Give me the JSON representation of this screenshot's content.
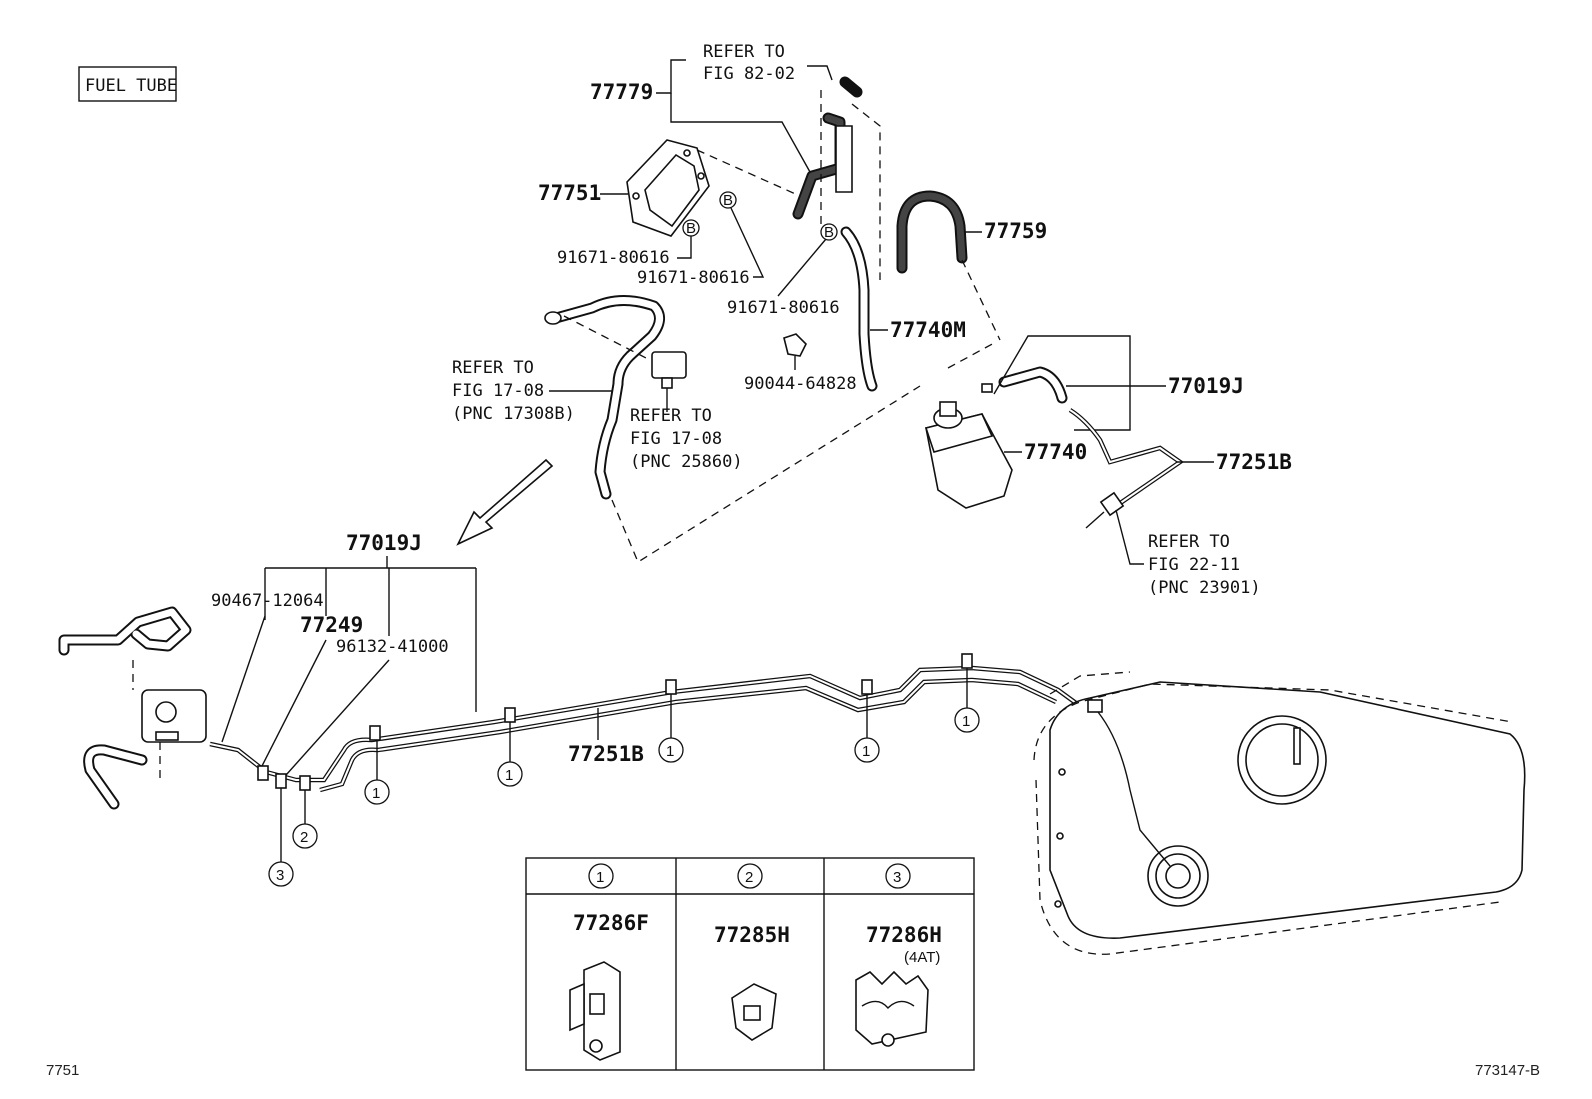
{
  "title_box": "FUEL TUBE",
  "footer": {
    "left": "7751",
    "right": "773147-B"
  },
  "callouts": {
    "refer_82_02_a": "REFER TO",
    "refer_82_02_b": "FIG 82-02",
    "p77779": "77779",
    "p77751": "77751",
    "p91671_a": "91671-80616",
    "p91671_b": "91671-80616",
    "p91671_c": "91671-80616",
    "p77759": "77759",
    "p77740M": "77740M",
    "p90044": "90044-64828",
    "refer_17_08_a1": "REFER TO",
    "refer_17_08_a2": "FIG 17-08",
    "refer_17_08_a3": "(PNC 17308B)",
    "refer_17_08_b1": "REFER TO",
    "refer_17_08_b2": "FIG 17-08",
    "refer_17_08_b3": "(PNC 25860)",
    "p77019J_top": "77019J",
    "p77740": "77740",
    "p77251B_top": "77251B",
    "refer_22_11_a": "REFER TO",
    "refer_22_11_b": "FIG 22-11",
    "refer_22_11_c": "(PNC 23901)",
    "p77019J_main": "77019J",
    "p90467": "90467-12064",
    "p77249": "77249",
    "p96132": "96132-41000",
    "p77251B_main": "77251B",
    "b_marker": "B"
  },
  "clip_markers": {
    "one": "1",
    "two": "2",
    "three": "3"
  },
  "legend": [
    {
      "num": "1",
      "part": "77286F",
      "note": ""
    },
    {
      "num": "2",
      "part": "77285H",
      "note": ""
    },
    {
      "num": "3",
      "part": "77286H",
      "note": "(4AT)"
    }
  ]
}
